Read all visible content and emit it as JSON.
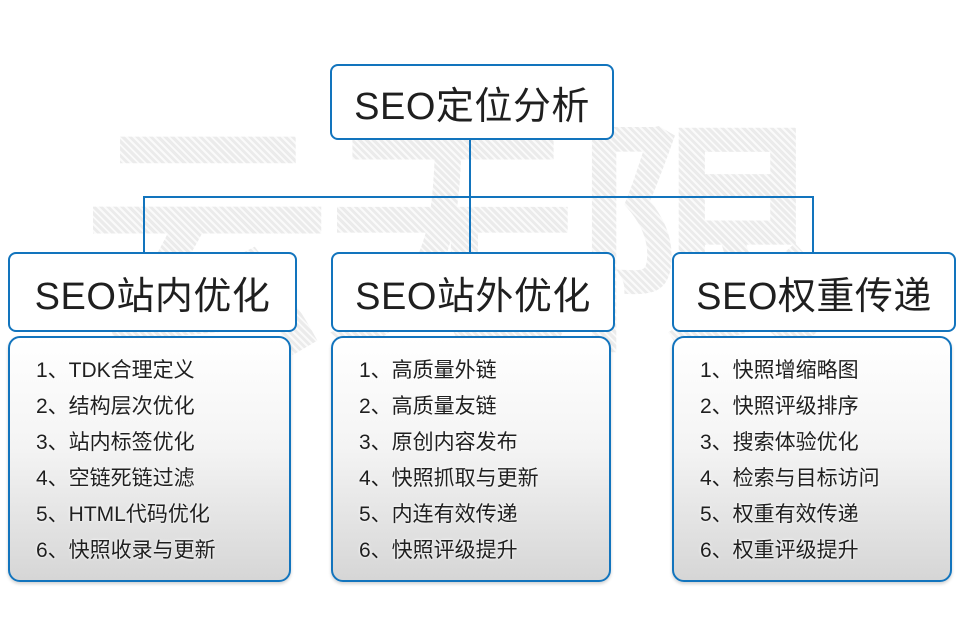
{
  "root": {
    "title": "SEO定位分析"
  },
  "watermark": {
    "text": "云无限"
  },
  "colors": {
    "accent": "#1274bd",
    "text": "#1f1f1f",
    "watermark_gray": "#ebebeb"
  },
  "columns": [
    {
      "title": "SEO站内优化",
      "items": [
        "1、TDK合理定义",
        "2、结构层次优化",
        "3、站内标签优化",
        "4、空链死链过滤",
        "5、HTML代码优化",
        "6、快照收录与更新"
      ]
    },
    {
      "title": "SEO站外优化",
      "items": [
        "1、高质量外链",
        "2、高质量友链",
        "3、原创内容发布",
        "4、快照抓取与更新",
        "5、内连有效传递",
        "6、快照评级提升"
      ]
    },
    {
      "title": "SEO权重传递",
      "items": [
        "1、快照增缩略图",
        "2、快照评级排序",
        "3、搜索体验优化",
        "4、检索与目标访问",
        "5、权重有效传递",
        "6、权重评级提升"
      ]
    }
  ]
}
